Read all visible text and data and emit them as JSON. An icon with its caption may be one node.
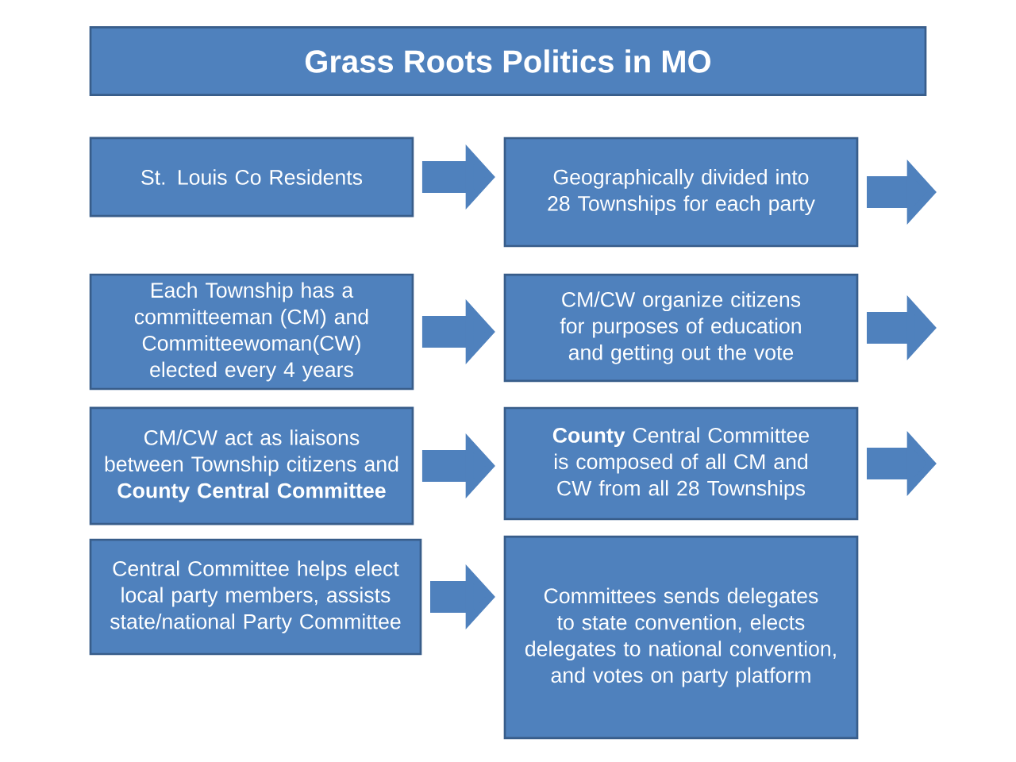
{
  "diagram": {
    "title": "Grass Roots Politics in MO",
    "nodes": [
      {
        "text": [
          "St. Louis Co Residents"
        ]
      },
      {
        "text": [
          "Geographically divided into 28 Townships for each party"
        ]
      },
      {
        "text": [
          "Each Township has a committeeman (CM) and Committeewoman(CW) elected every 4 years"
        ]
      },
      {
        "text": [
          "CM/CW organize citizens for purposes of education and getting out the vote"
        ]
      },
      {
        "text": [
          "CM/CW act as liaisons between Township citizens and **County Central Committee**"
        ]
      },
      {
        "text": [
          "**County** Central Committee is composed of all CM and CW from all 28 Townships"
        ]
      },
      {
        "text": [
          "Central Committee helps elect local party members, assists state/national Party Committee"
        ]
      },
      {
        "text": [
          "Committees sends delegates to state convention, elects delegates to national convention, and votes on party platform"
        ]
      }
    ],
    "edges": [
      {
        "from": 0,
        "to": 1,
        "arrow": "to"
      },
      {
        "from": 1,
        "to": null,
        "arrow": "to"
      },
      {
        "from": 2,
        "to": 3,
        "arrow": "to"
      },
      {
        "from": 3,
        "to": null,
        "arrow": "to"
      },
      {
        "from": 4,
        "to": 5,
        "arrow": "to"
      },
      {
        "from": 5,
        "to": null,
        "arrow": "to"
      },
      {
        "from": 6,
        "to": 7,
        "arrow": "to"
      }
    ]
  }
}
